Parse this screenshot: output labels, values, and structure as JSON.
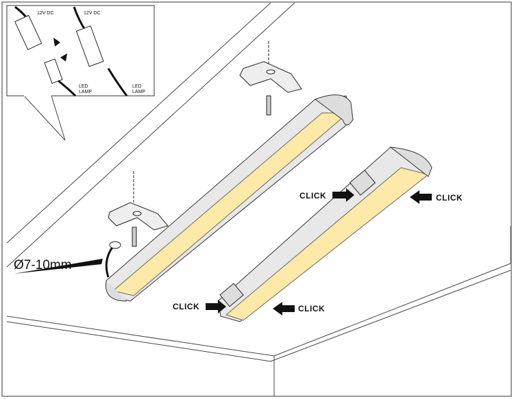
{
  "inset": {
    "left_connector_label": "12V DC",
    "right_connector_label": "12V DC",
    "left_lamp_label_line1": "LED",
    "left_lamp_label_line2": "LAMP",
    "right_lamp_label_line1": "LED",
    "right_lamp_label_line2": "LAMP"
  },
  "labels": {
    "cable_diameter": "Ø7-10mm",
    "click_top_left": "CLICK",
    "click_top_right": "CLICK",
    "click_bottom_left": "CLICK",
    "click_bottom_right": "CLICK"
  },
  "colors": {
    "lamp_face": "#fde9a8",
    "frame": "#999999",
    "line": "#333333"
  }
}
